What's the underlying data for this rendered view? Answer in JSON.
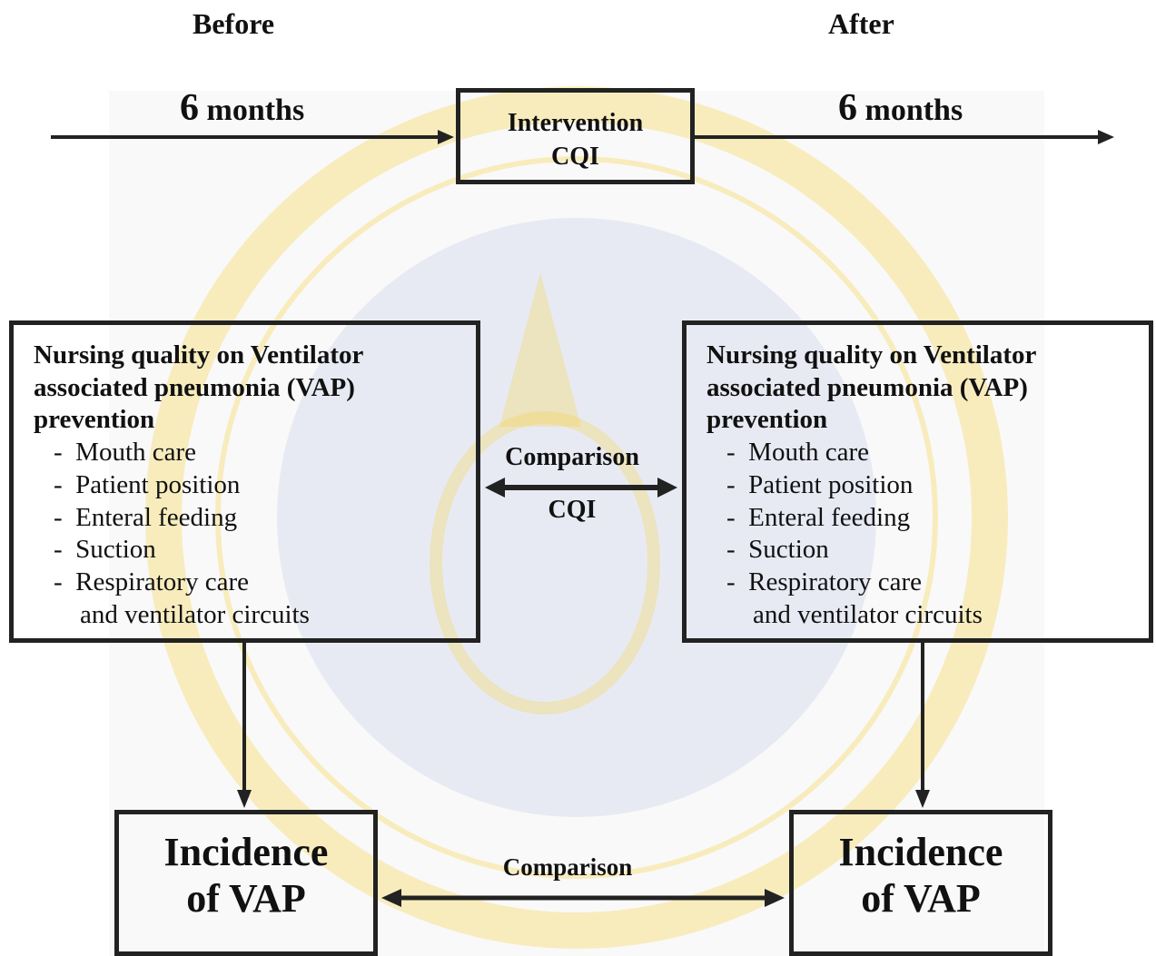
{
  "headers": {
    "before": "Before",
    "after": "After"
  },
  "timeline": {
    "before": {
      "number": "6",
      "unit": "months"
    },
    "after": {
      "number": "6",
      "unit": "months"
    }
  },
  "intervention": {
    "line1": "Intervention",
    "line2": "CQI"
  },
  "quality_box": {
    "title_lines": [
      "Nursing quality on Ventilator",
      "associated pneumonia (VAP)",
      "prevention"
    ],
    "items": [
      "-  Mouth care",
      "-  Patient position",
      "-  Enteral feeding",
      "-  Suction",
      "-  Respiratory care",
      "    and ventilator circuits"
    ]
  },
  "middle_comparison": {
    "label": "Comparison",
    "sub": "CQI"
  },
  "incidence": {
    "line1": "Incidence",
    "line2": "of VAP"
  },
  "bottom_comparison": {
    "label": "Comparison"
  },
  "colors": {
    "stroke": "#222222",
    "watermark_gold": "#f5d34a",
    "watermark_blue": "#c9cde6"
  }
}
